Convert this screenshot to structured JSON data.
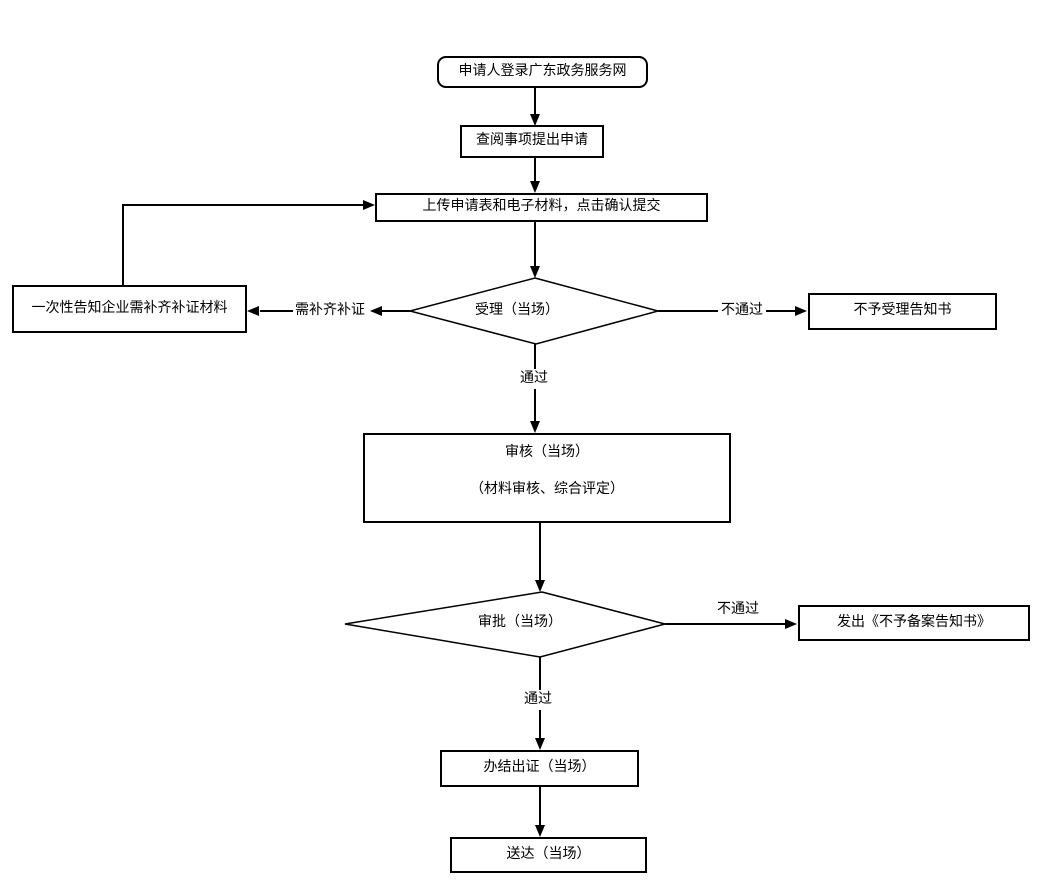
{
  "flowchart": {
    "nodes": {
      "start": {
        "label": "申请人登录广东政务服务网"
      },
      "review": {
        "label": "查阅事项提出申请"
      },
      "upload": {
        "label": "上传申请表和电子材料，点击确认提交"
      },
      "accept": {
        "label": "受理（当场）"
      },
      "notify_supplement": {
        "label": "一次性告知企业需补齐补证材料"
      },
      "reject_notice": {
        "label": "不予受理告知书"
      },
      "audit": {
        "label_line1": "审核（当场）",
        "label_line2": "（材料审核、综合评定）"
      },
      "approve": {
        "label": "审批（当场）"
      },
      "no_filing_notice": {
        "label": "发出《不予备案告知书》"
      },
      "issue_cert": {
        "label": "办结出证（当场）"
      },
      "deliver": {
        "label": "送达（当场）"
      }
    },
    "edge_labels": {
      "need_supplement": "需补齐补证",
      "accept_fail": "不通过",
      "accept_pass": "通过",
      "approve_fail": "不通过",
      "approve_pass": "通过"
    },
    "colors": {
      "line": "#000000",
      "background": "#ffffff",
      "text": "#000000"
    }
  }
}
